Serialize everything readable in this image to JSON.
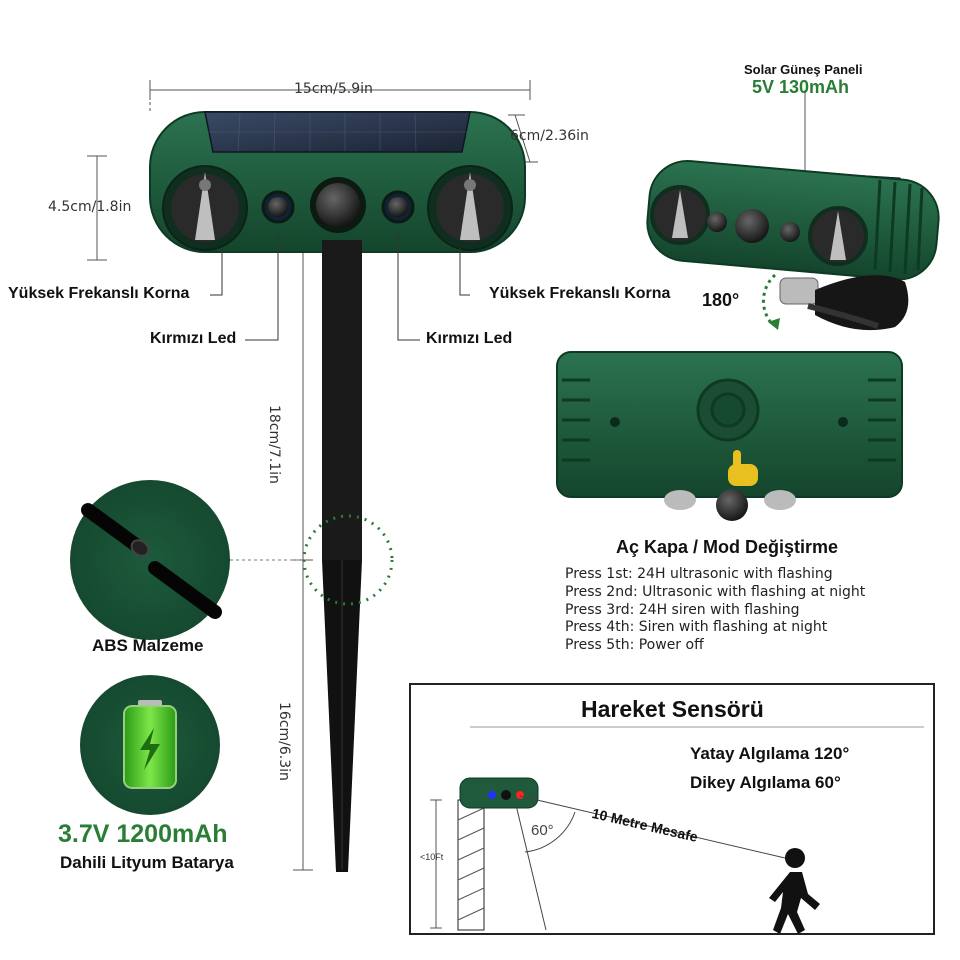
{
  "dimensions": {
    "width": "15cm/5.9in",
    "depth": "6cm/2.36in",
    "height": "4.5cm/1.8in",
    "stake_upper": "18cm/7.1in",
    "stake_lower": "16cm/6.3in"
  },
  "callouts": {
    "horn_left": "Yüksek Frekanslı Korna",
    "horn_right": "Yüksek Frekanslı Korna",
    "led_left": "Kırmızı Led",
    "led_right": "Kırmızı Led"
  },
  "solar": {
    "title": "Solar Güneş Paneli",
    "spec": "5V 130mAh",
    "rotation": "180°"
  },
  "material": {
    "label": "ABS Malzeme"
  },
  "battery": {
    "spec": "3.7V 1200mAh",
    "label": "Dahili Lityum Batarya"
  },
  "switch": {
    "title": "Aç Kapa / Mod Değiştirme",
    "modes": [
      "Press 1st: 24H ultrasonic with flashing",
      "Press 2nd: Ultrasonic with flashing at night",
      "Press 3rd: 24H siren with flashing",
      "Press 4th: Siren with flashing at night",
      "Press 5th:  Power off"
    ]
  },
  "sensor": {
    "title": "Hareket Sensörü",
    "horizontal": "Yatay Algılama 120°",
    "vertical": "Dikey Algılama 60°",
    "distance": "10 Metre Mesafe",
    "angle": "60°",
    "height": "<10Ft"
  },
  "colors": {
    "device_green": "#1f5a3c",
    "accent_green": "#2a7d35",
    "battery_green": "#3ec41e"
  },
  "icons": [
    "solar-panel-icon",
    "horn-icon",
    "pir-sensor-icon",
    "hand-press-icon",
    "battery-icon",
    "walking-person-icon",
    "rotate-arrow-icon"
  ]
}
